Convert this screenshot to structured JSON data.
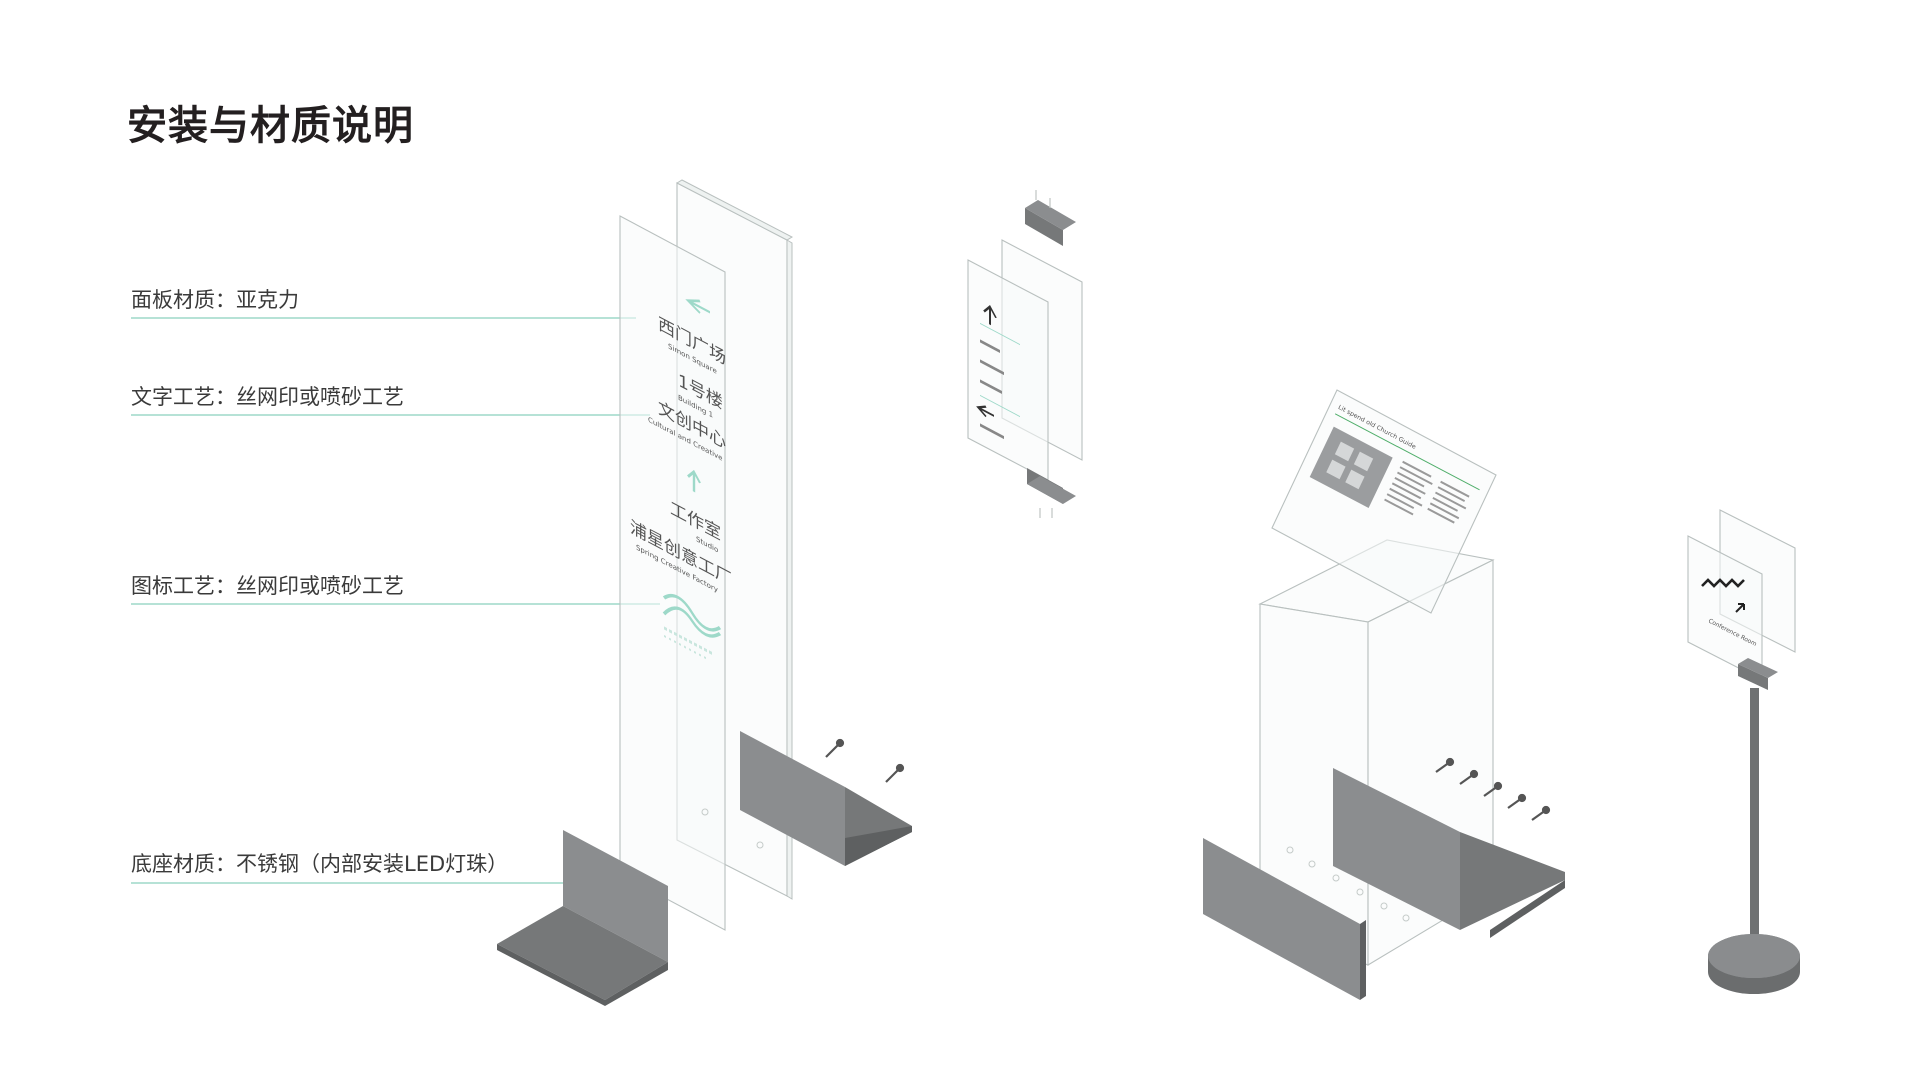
{
  "title": "安装与材质说明",
  "callouts": [
    {
      "label": "面板材质：亚克力"
    },
    {
      "label": "文字工艺：丝网印或喷砂工艺"
    },
    {
      "label": "图标工艺：丝网印或喷砂工艺"
    },
    {
      "label": "底座材质：不锈钢（内部安装LED灯珠）"
    }
  ],
  "colors": {
    "accent": "#9ed9c9",
    "steel": "#7f8183",
    "title": "#231f20"
  },
  "tall_sign": {
    "items": [
      {
        "text_cn": "西门广场",
        "text_en": "Simon Square"
      },
      {
        "text_cn": "1号楼",
        "text_en": "Building 1"
      },
      {
        "text_cn": "文创中心",
        "text_en": "Cultural and Creative"
      },
      {
        "text_cn": "工作室",
        "text_en": "Studio"
      },
      {
        "text_cn": "浦星创意工厂",
        "text_en": "Spring Creative Factory"
      }
    ]
  },
  "map_sign": {
    "heading": "Lit spend old Church Guide"
  },
  "stand_sign": {
    "caption": "Conference Room"
  }
}
